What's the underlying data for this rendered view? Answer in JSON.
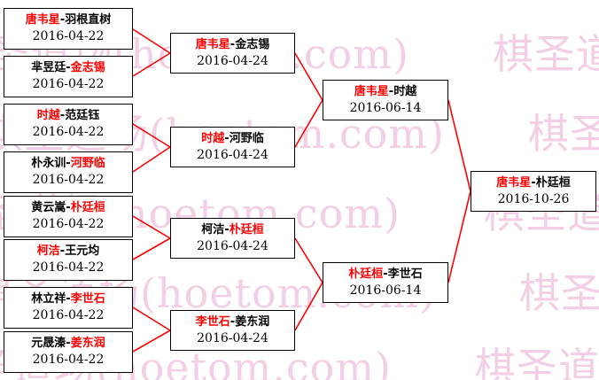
{
  "watermark": {
    "text": "棋圣道场(hoetom.com)"
  },
  "colors": {
    "connector": "#ff0000",
    "winner_name": "#ff0000",
    "watermark": "#f2cfe4",
    "box_border": "#000000",
    "text": "#000000"
  },
  "separator": "-",
  "rounds": [
    {
      "matches": [
        {
          "left": "唐韦星",
          "right": "羽根直树",
          "date": "2016-04-22",
          "winner": "left"
        },
        {
          "left": "芈昱廷",
          "right": "金志锡",
          "date": "2016-04-22",
          "winner": "right"
        },
        {
          "left": "时越",
          "right": "范廷钰",
          "date": "2016-04-22",
          "winner": "left"
        },
        {
          "left": "朴永训",
          "right": "河野临",
          "date": "2016-04-22",
          "winner": "right"
        },
        {
          "left": "黄云嵩",
          "right": "朴廷桓",
          "date": "2016-04-22",
          "winner": "right"
        },
        {
          "left": "柯洁",
          "right": "王元均",
          "date": "2016-04-22",
          "winner": "left"
        },
        {
          "left": "林立祥",
          "right": "李世石",
          "date": "2016-04-22",
          "winner": "right"
        },
        {
          "left": "元晟溱",
          "right": "姜东润",
          "date": "2016-04-22",
          "winner": "right"
        }
      ]
    },
    {
      "matches": [
        {
          "left": "唐韦星",
          "right": "金志锡",
          "date": "2016-04-24",
          "winner": "left"
        },
        {
          "left": "时越",
          "right": "河野临",
          "date": "2016-04-24",
          "winner": "left"
        },
        {
          "left": "柯洁",
          "right": "朴廷桓",
          "date": "2016-04-24",
          "winner": "right"
        },
        {
          "left": "李世石",
          "right": "姜东润",
          "date": "2016-04-24",
          "winner": "left"
        }
      ]
    },
    {
      "matches": [
        {
          "left": "唐韦星",
          "right": "时越",
          "date": "2016-06-14",
          "winner": "left"
        },
        {
          "left": "朴廷桓",
          "right": "李世石",
          "date": "2016-06-14",
          "winner": "left"
        }
      ]
    },
    {
      "matches": [
        {
          "left": "唐韦星",
          "right": "朴廷桓",
          "date": "2016-10-26",
          "winner": "left"
        }
      ]
    }
  ]
}
